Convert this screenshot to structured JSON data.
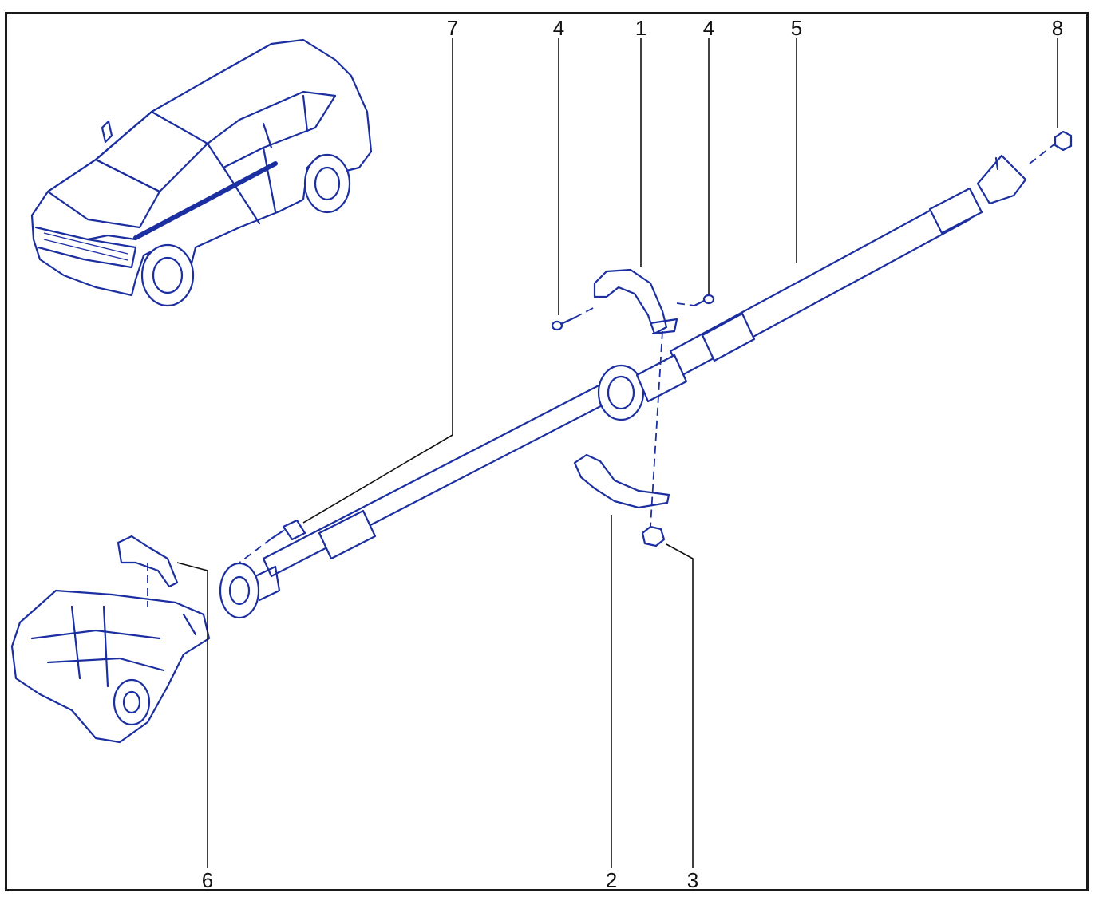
{
  "diagram": {
    "callouts": [
      {
        "id": "7",
        "label": "7"
      },
      {
        "id": "4a",
        "label": "4"
      },
      {
        "id": "1",
        "label": "1"
      },
      {
        "id": "4b",
        "label": "4"
      },
      {
        "id": "5",
        "label": "5"
      },
      {
        "id": "8",
        "label": "8"
      },
      {
        "id": "6",
        "label": "6"
      },
      {
        "id": "2",
        "label": "2"
      },
      {
        "id": "3",
        "label": "3"
      }
    ]
  },
  "colors": {
    "ink": "#1c2fa0",
    "frame": "#1a1a1a",
    "background": "#ffffff"
  }
}
